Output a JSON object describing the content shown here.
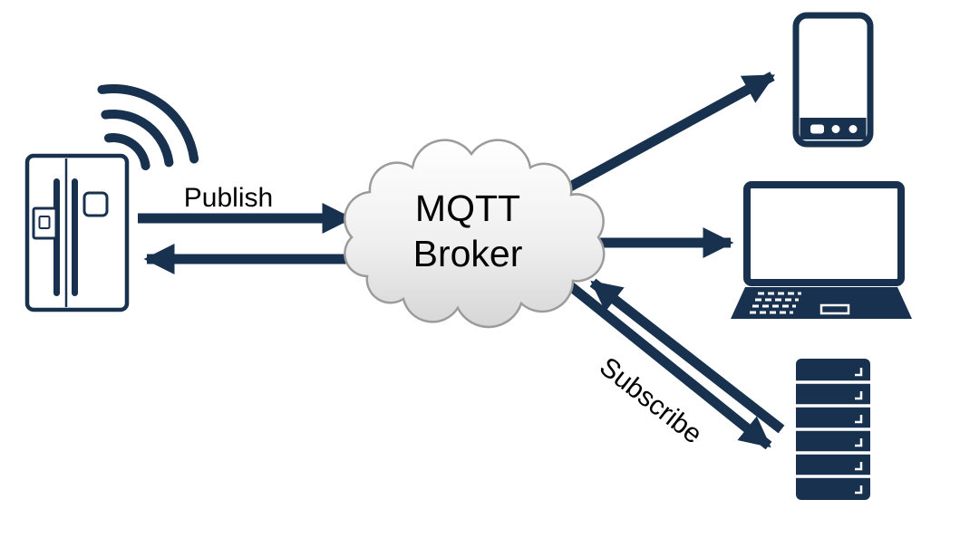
{
  "labels": {
    "publish": "Publish",
    "subscribe": "Subscribe",
    "broker_line1": "MQTT",
    "broker_line2": "Broker"
  },
  "nodes": {
    "publisher": "smart-refrigerator",
    "broker": "MQTT Broker",
    "subscribers": [
      "smartphone",
      "laptop",
      "server-rack"
    ]
  },
  "icons": [
    "refrigerator-icon",
    "wifi-signal-icon",
    "cloud-shape",
    "smartphone-icon",
    "laptop-icon",
    "server-rack-icon",
    "arrowhead-icon"
  ],
  "colors": {
    "primary": "#17314f",
    "text": "#000000",
    "cloud_stroke": "#9b9b9b",
    "cloud_fill_top": "#ffffff",
    "cloud_fill_bottom": "#d6d6d6",
    "background": "#ffffff"
  }
}
